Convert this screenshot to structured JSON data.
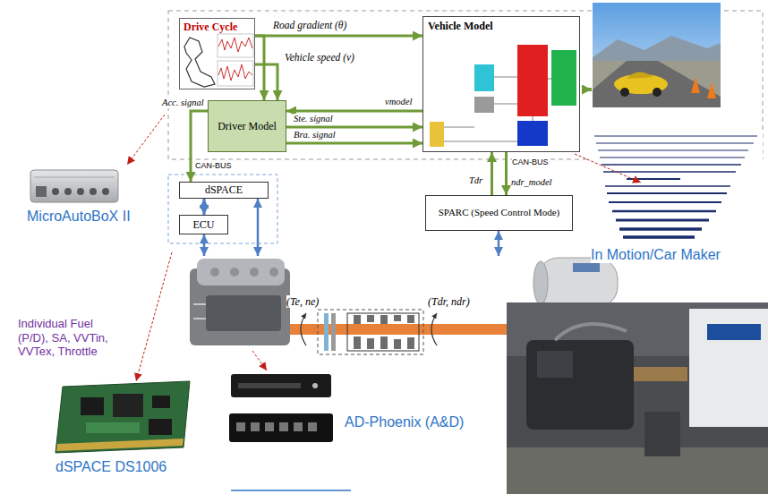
{
  "diagram": {
    "nodes": [
      {
        "text": [
          "Drive Cycle"
        ]
      },
      {
        "text": [
          "Vehicle Model"
        ]
      },
      {
        "text": [
          "Driver Model"
        ]
      },
      {
        "text": [
          "dSPACE"
        ]
      },
      {
        "text": [
          "ECU"
        ]
      },
      {
        "text": [
          "SPARC (Speed Control Mode)"
        ]
      }
    ],
    "edges": [
      {
        "from": 0,
        "to": 1,
        "label": "Road gradient (θ)",
        "arrow": "to"
      },
      {
        "from": 0,
        "to": 2,
        "label": "Vehicle speed (v)",
        "arrow": "to"
      },
      {
        "from": 0,
        "to": 2,
        "arrow": "to"
      },
      {
        "from": 1,
        "to": 2,
        "label": "vmodel",
        "arrow": "to"
      },
      {
        "from": 2,
        "to": 1,
        "label": "Ste. signal",
        "arrow": "to"
      },
      {
        "from": 2,
        "to": 1,
        "label": "Bra. signal",
        "arrow": "to"
      },
      {
        "from": 2,
        "to": 3,
        "label": "Acc. signal",
        "arrow": "to"
      },
      {
        "from": 3,
        "to": 4,
        "arrow": "both"
      },
      {
        "from": 5,
        "to": 1,
        "label": "Tdr",
        "arrow": "to"
      },
      {
        "from": 1,
        "to": 5,
        "label": "ndr_model",
        "arrow": "to"
      }
    ],
    "labels": [
      "CAN-BUS",
      "CAN-BUS",
      "MicroAutoBoX II",
      "In Motion/Car Maker",
      "Individual Fuel (P/D), SA, VVTin, VVTex, Throttle",
      "dSPACE DS1006",
      "AD-Phoenix (A&D)",
      "(Te, ne)",
      "(Tdr, ndr)"
    ]
  }
}
